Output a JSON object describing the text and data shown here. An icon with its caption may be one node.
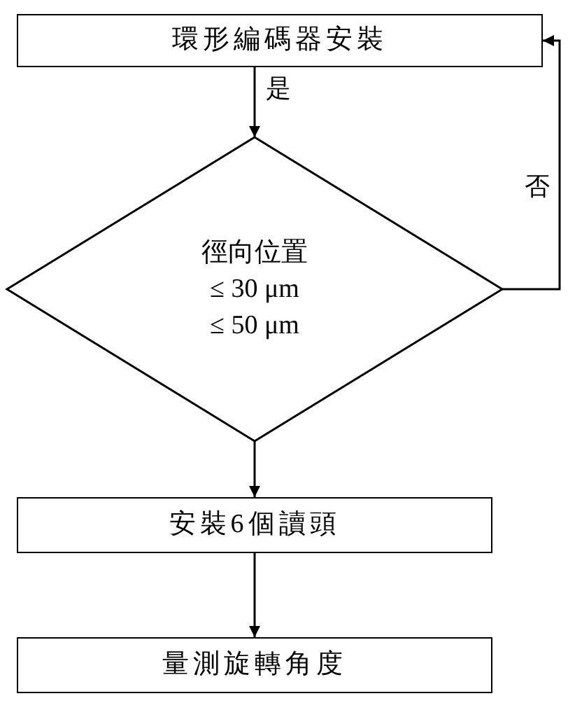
{
  "diagram": {
    "nodes": [
      {
        "text": [
          "環形編碼器安裝"
        ]
      },
      {
        "text": [
          "徑向位置",
          "≤ 30 μm",
          "≤ 50 μm"
        ]
      },
      {
        "text": [
          "安裝6個讀頭"
        ]
      },
      {
        "text": [
          "量測旋轉角度"
        ]
      }
    ],
    "edges": [
      {
        "from": 0,
        "to": 1,
        "arrow": "to",
        "label": "是"
      },
      {
        "from": 1,
        "to": 0,
        "arrow": "to",
        "label": "否"
      },
      {
        "from": 1,
        "to": 2,
        "arrow": "to"
      },
      {
        "from": 2,
        "to": 3,
        "arrow": "to"
      }
    ]
  }
}
